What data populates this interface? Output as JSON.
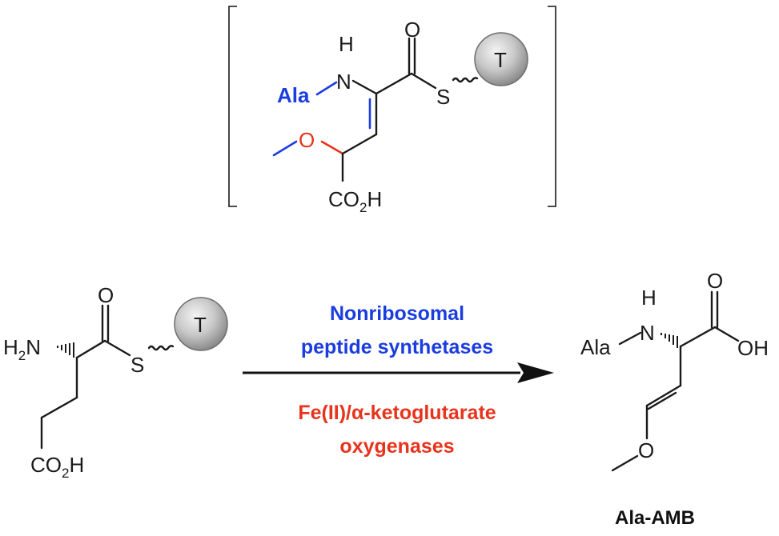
{
  "colors": {
    "enzyme_nrps": "#1b3de0",
    "enzyme_oxygenase": "#e8331c",
    "bond": "#1a1a1a",
    "sphere_fill": "#c8c8c8"
  },
  "intermediate": {
    "nh": "N",
    "h": "H",
    "ala": "Ala",
    "carbonyl_o": "O",
    "s": "S",
    "methoxy_o": "O",
    "acid": "CO",
    "acid_sub": "2",
    "acid_h": "H",
    "carrier": "T"
  },
  "substrate": {
    "amine": "H",
    "amine_sub": "2",
    "amine_n": "N",
    "carbonyl_o": "O",
    "s": "S",
    "acid": "CO",
    "acid_sub": "2",
    "acid_h": "H",
    "carrier": "T"
  },
  "arrow": {
    "top_line1": "Nonribosomal",
    "top_line2": "peptide synthetases",
    "bottom_line1": "Fe(II)/α-ketoglutarate",
    "bottom_line2": "oxygenases"
  },
  "product": {
    "h": "H",
    "n": "N",
    "ala": "Ala",
    "carbonyl_o": "O",
    "oh": "OH",
    "methoxy_o": "O",
    "name": "Ala-AMB"
  }
}
